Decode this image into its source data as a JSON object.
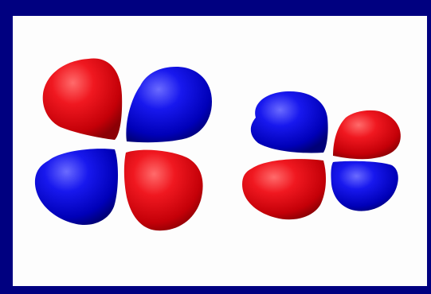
{
  "colors": {
    "frame": "#000080",
    "background": "#fdfdfd",
    "positive_lobe": "#e8111b",
    "negative_lobe": "#1111cc"
  },
  "orbitals": [
    {
      "name": "large-four-lobe",
      "lobes": [
        "red",
        "blue",
        "blue",
        "red"
      ]
    },
    {
      "name": "small-four-lobe",
      "lobes": [
        "blue",
        "red",
        "red",
        "blue"
      ]
    }
  ]
}
